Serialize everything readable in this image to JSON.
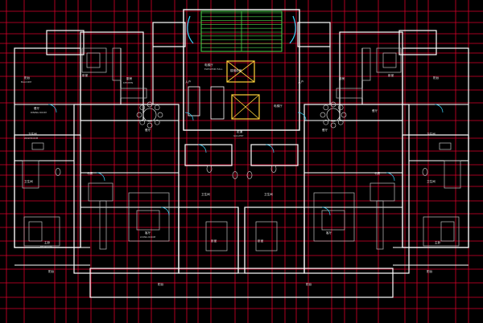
{
  "colors": {
    "background": "#000000",
    "axis_grid": "#d8002a",
    "wall": "#ffffff",
    "core": "#ffd23a",
    "cyan": "#39d6ff",
    "green": "#4cd64c",
    "furniture": "#bfbfbf"
  },
  "labels": {
    "stair_hall": "楼梯前室",
    "elevator_room_left": "电梯厅",
    "elevator_room_right": "电梯厅",
    "elevator_en": "ELEVATOR HALL",
    "entry_left": "入户",
    "entry_right": "入户",
    "corridor": "走道",
    "corridor_en": "GALLERY",
    "balcony_tl": "阳台",
    "balcony_tr": "阳台",
    "balcony_en": "BALCONY",
    "bedroom_tl": "卧室",
    "bedroom_tr": "卧室",
    "kitchen_l": "厨房",
    "kitchen_r": "厨房",
    "kitchen_en": "KITCHEN",
    "dining_l": "餐厅",
    "dining_r": "餐厅",
    "dining_en": "DINING ROOM",
    "bath_l": "卫生间",
    "bath_r": "卫生间",
    "bath_en": "WASHROOM",
    "study_l": "书房",
    "study_r": "书房",
    "master_l": "主卧",
    "master_r": "主卧",
    "master_en": "BEDROOM",
    "living_l": "客厅",
    "living_r": "客厅",
    "living_en": "LIVING ROOM",
    "living_cl": "客厅",
    "living_cr": "客厅",
    "bedroom_c1": "卧室",
    "bedroom_c2": "卧室",
    "balcony_bottom": "阳台",
    "bath_center_l": "卫生间",
    "bath_center_r": "卫生间"
  }
}
